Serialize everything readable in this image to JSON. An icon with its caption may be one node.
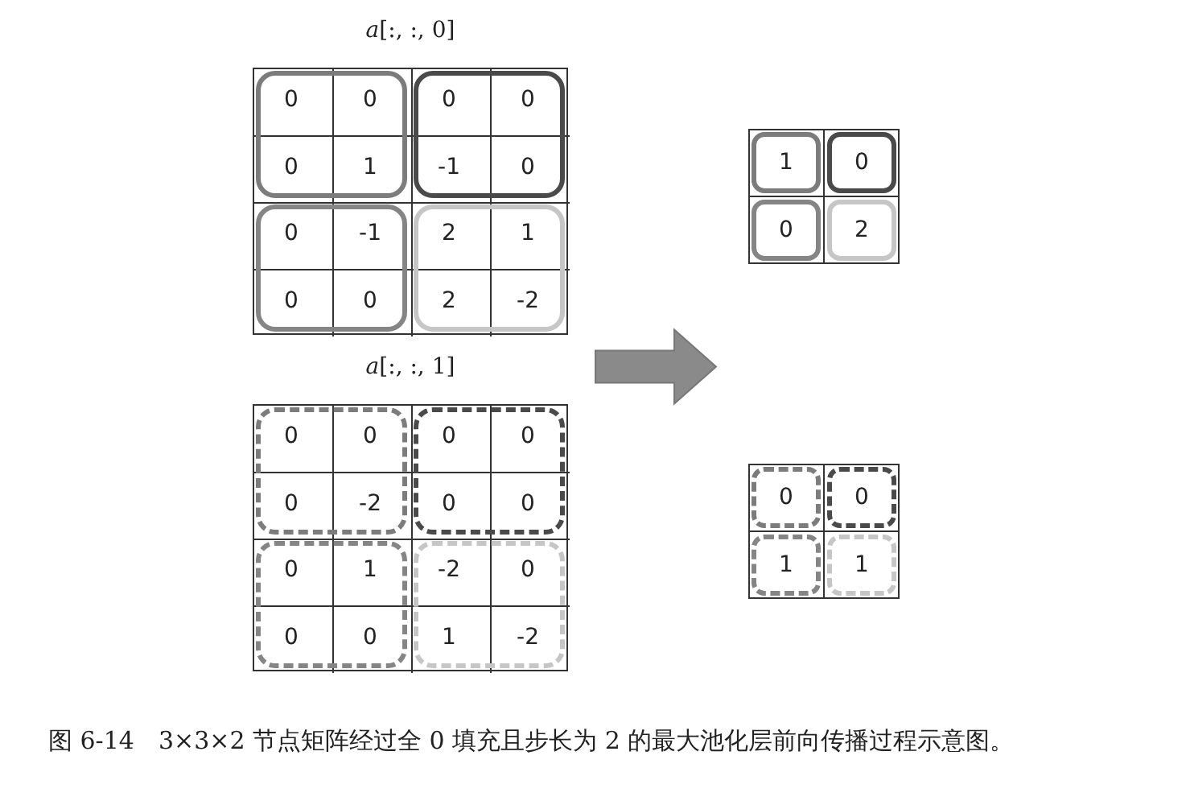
{
  "diagram": {
    "caption": "图 6-14　3×3×2 节点矩阵经过全 0 填充且步长为 2 的最大池化层前向传播过程示意图。",
    "nodes": [
      {
        "text": [
          "*a*[:, :, 0]"
        ]
      },
      {
        "text": [
          "0",
          "0",
          "0",
          "1"
        ],
        "in": 0
      },
      {
        "text": [
          "0",
          "0",
          "-1",
          "0"
        ],
        "in": 0
      },
      {
        "text": [
          "0",
          "-1",
          "0",
          "0"
        ],
        "in": 0
      },
      {
        "text": [
          "2",
          "1",
          "2",
          "-2"
        ],
        "in": 0
      },
      {
        "text": [
          "*a*[:, :, 1]"
        ]
      },
      {
        "text": [
          "0",
          "0",
          "0",
          "-2"
        ],
        "in": 5
      },
      {
        "text": [
          "0",
          "0",
          "0",
          "0"
        ],
        "in": 5
      },
      {
        "text": [
          "0",
          "1",
          "0",
          "0"
        ],
        "in": 5
      },
      {
        "text": [
          "-2",
          "0",
          "1",
          "-2"
        ],
        "in": 5
      },
      {
        "text": [],
        "shape": "box"
      },
      {
        "text": [
          "1"
        ],
        "in": 10
      },
      {
        "text": [
          "0"
        ],
        "in": 10
      },
      {
        "text": [
          "0"
        ],
        "in": 10
      },
      {
        "text": [
          "2"
        ],
        "in": 10
      },
      {
        "text": [],
        "shape": "box"
      },
      {
        "text": [
          "0"
        ],
        "in": 15
      },
      {
        "text": [
          "0"
        ],
        "in": 15
      },
      {
        "text": [
          "1"
        ],
        "in": 15
      },
      {
        "text": [
          "1"
        ],
        "in": 15
      }
    ],
    "edges": [
      {
        "from": 0,
        "to": 10,
        "arrow": "to"
      },
      {
        "from": 5,
        "to": 15,
        "arrow": "to"
      }
    ]
  }
}
